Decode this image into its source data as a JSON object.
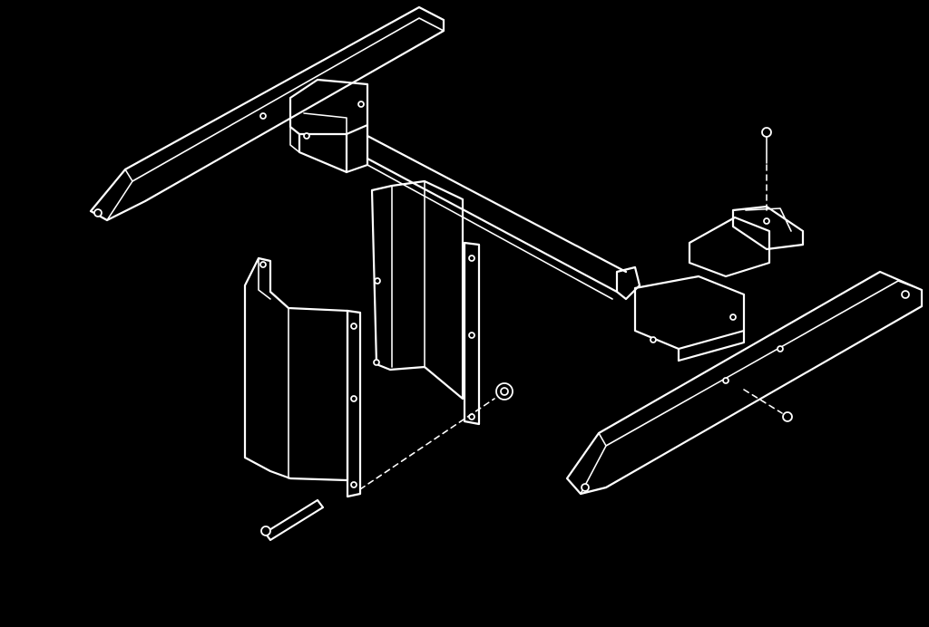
{
  "diagram": {
    "style": "white line drawing on black background",
    "background_color": "#000000",
    "line_color": "#ffffff",
    "parts": [
      "left-foot",
      "left-center-bracket",
      "crossbar",
      "column-rear-cover",
      "column-front-cover",
      "right-center-bracket",
      "right-foot",
      "top-bolt",
      "nut",
      "bottom-bolt",
      "foot-screw"
    ]
  }
}
